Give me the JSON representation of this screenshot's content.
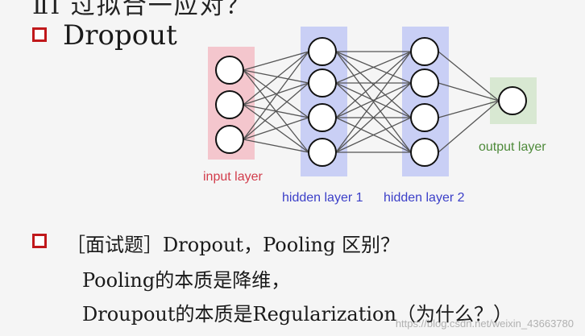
{
  "slide": {
    "title_partial": "ⅡⅠ 过拟合一应对？",
    "section_heading": "Dropout",
    "diagram": {
      "input_label": "input layer",
      "hidden1_label": "hidden layer 1",
      "hidden2_label": "hidden layer 2",
      "output_label": "output layer",
      "colors": {
        "input_band": "#f4c6cd",
        "hidden_band": "#c9cff5",
        "output_band": "#d8e8d2",
        "input_text": "#d23c4b",
        "hidden_text": "#3b3fc8",
        "output_text": "#4e8a3a"
      }
    },
    "question": {
      "line1": "［面试题］Dropout，Pooling 区别？",
      "line2": "Pooling的本质是降维，",
      "line3": "Droupout的本质是Regularization（为什么？）"
    },
    "watermark": "https://blog.csdn.net/weixin_43663780",
    "accent_color": "#c0181b"
  }
}
